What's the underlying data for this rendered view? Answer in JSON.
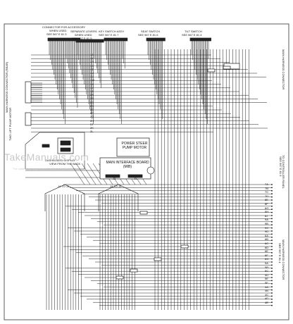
{
  "labels": {
    "conn_accessory": "CONNECTOR FOR ACCESSORY",
    "conn_accessory_sub": "WHEN USED",
    "conn_accessory_ref": "SEE 567 E 81 3",
    "separate_levers": "SEPARATE LEVERS",
    "separate_levers_sub": "WHEN USED",
    "separate_levers_ref": "SEE 567 E 81 5",
    "key_switch": "KEY SWITCH ASSY",
    "key_switch_ref": "SEE 567 E 81 7",
    "seat_switch": "SEAT SWITCH",
    "seat_switch_ref": "SEE 567 E 81 6",
    "tilt_switch": "TILT SWITCH",
    "tilt_switch_ref": "SEE 567 E 81 4",
    "right_side": "MAIN HARNESS CONNECTOR",
    "left_vertical": "MAIN HARNESS CONNECTOR (REAR)",
    "left_vertical2": "TWO LIFT PUMP MOTOR",
    "power_steer": "POWER STEER PUMP MOTOR",
    "mib": "MAIN INTERFACE BOARD (MIB)",
    "mib_j2": "J2",
    "mib_j1": "J1",
    "dashboard": "DASHBOARD DISPLAY",
    "dashboard_sub": "VIEW FROM THE BACK",
    "conn_left": "J4 TO J3",
    "conn_right": "J4 TO J3",
    "to_controller": "TO CONTROLLER PANEL",
    "to_controller_ref": "SEE 567 E 81 9",
    "main_harness_right": "MAIN HARNESS CONNECTOR",
    "ref_bottom": "SEE 567 E 81 4"
  },
  "wire_numbers_left": [
    "13",
    "11",
    "1R",
    "1S",
    "1T",
    "1U",
    "1V",
    "1W",
    "1X",
    "1Y",
    "1Z",
    "2A",
    "2B",
    "2C",
    "2D",
    "2E",
    "2F",
    "2G",
    "2H",
    "2J",
    "2K",
    "2L"
  ],
  "wire_numbers_right": [
    "7A",
    "7B",
    "7C",
    "7D",
    "8E",
    "8F",
    "8G",
    "8H",
    "8J",
    "9A",
    "9B",
    "9C",
    "9D",
    "6A",
    "6B",
    "6C",
    "6D",
    "6E",
    "6F",
    "6G",
    "5A",
    "5B",
    "5C",
    "5D",
    "5E",
    "5F",
    "4A",
    "4B",
    "4C",
    "4D",
    "4E"
  ],
  "watermark": "TakeManuals.com",
  "watermark_sub": "The watermark only appears on this sample",
  "colors": {
    "line": "#1a1a1a",
    "bg": "#ffffff",
    "watermark": "#c8c8c8"
  }
}
